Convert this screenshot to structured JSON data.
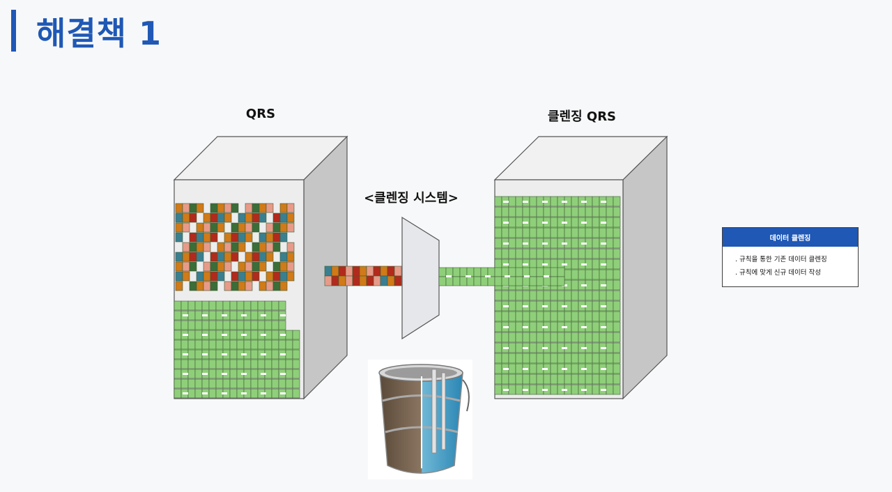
{
  "page": {
    "title": "해결책 1"
  },
  "diagram": {
    "source_label": "QRS",
    "target_label": "클렌징 QRS",
    "system_label": "<클렌징 시스템>"
  },
  "legend": {
    "header": "데이터 클렌징",
    "items": [
      ". 규칙을 통한 기존 데이터 클렌징",
      ". 규칙에 맞게 신규 데이터 작성"
    ]
  },
  "colors": {
    "accent": "#1f58b5",
    "clean_block": "#8fcf7a",
    "dirty_orange": "#d17a18",
    "dirty_red": "#b22a1c",
    "dirty_teal": "#3a7f90",
    "dirty_pink": "#e89a88",
    "dirty_dark_green": "#3b6d38"
  },
  "icons": {
    "bucket": "filtration-bucket-icon"
  }
}
